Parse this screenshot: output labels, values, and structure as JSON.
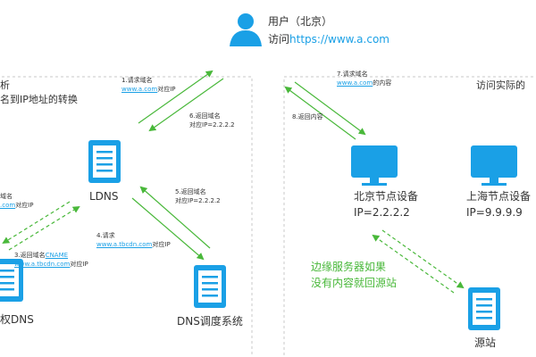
{
  "colors": {
    "accent": "#1aa0e6",
    "green": "#49b83a",
    "dashed_box": "#c8c8c8",
    "text": "#333333"
  },
  "icons": {
    "user": "user-icon",
    "ldns": "server-icon",
    "auth_dns": "server-icon",
    "gslb": "server-icon",
    "origin": "server-icon",
    "bj_node": "monitor-icon",
    "sh_node": "monitor-icon"
  },
  "header": {
    "user_label": "用户（北京）",
    "visit_label": "访问",
    "visit_url": "https://www.a.com"
  },
  "left_panel": {
    "title_fragment": "析",
    "subtitle": "名到IP地址的转换",
    "ldns_label": "LDNS",
    "auth_dns_label": "权DNS",
    "gslb_label": "DNS调度系统",
    "step1": {
      "title": "1.请求域名",
      "domain": "www.a.com",
      "suffix": "对应IP"
    },
    "step6": {
      "title": "6.返回域名",
      "ip": "对应IP=2.2.2.2"
    },
    "step_left_a": {
      "title": "域名",
      "domain": ".com",
      "suffix": "对应IP"
    },
    "step3": {
      "title_prefix": "3.返回域名",
      "title_highlight": "CNAME",
      "domain": "www.a.tbcdn.com",
      "suffix": "对应IP"
    },
    "step4": {
      "title": "4.请求",
      "domain": "www.a.tbcdn.com",
      "suffix": "对应IP"
    },
    "step5": {
      "title": "5.返回域名",
      "ip": "对应IP=2.2.2.2"
    }
  },
  "right_panel": {
    "title": "访问实际的",
    "step7": {
      "title": "7.请求域名",
      "domain": "www.a.com",
      "suffix": "的内容"
    },
    "step8": {
      "title": "8.返回内容"
    },
    "bj_node": {
      "name": "北京节点设备",
      "ip": "IP=2.2.2.2"
    },
    "sh_node": {
      "name": "上海节点设备",
      "ip": "IP=9.9.9.9"
    },
    "edge_note": [
      "边缘服务器如果",
      "没有内容就回源站"
    ],
    "origin_label": "源站"
  }
}
